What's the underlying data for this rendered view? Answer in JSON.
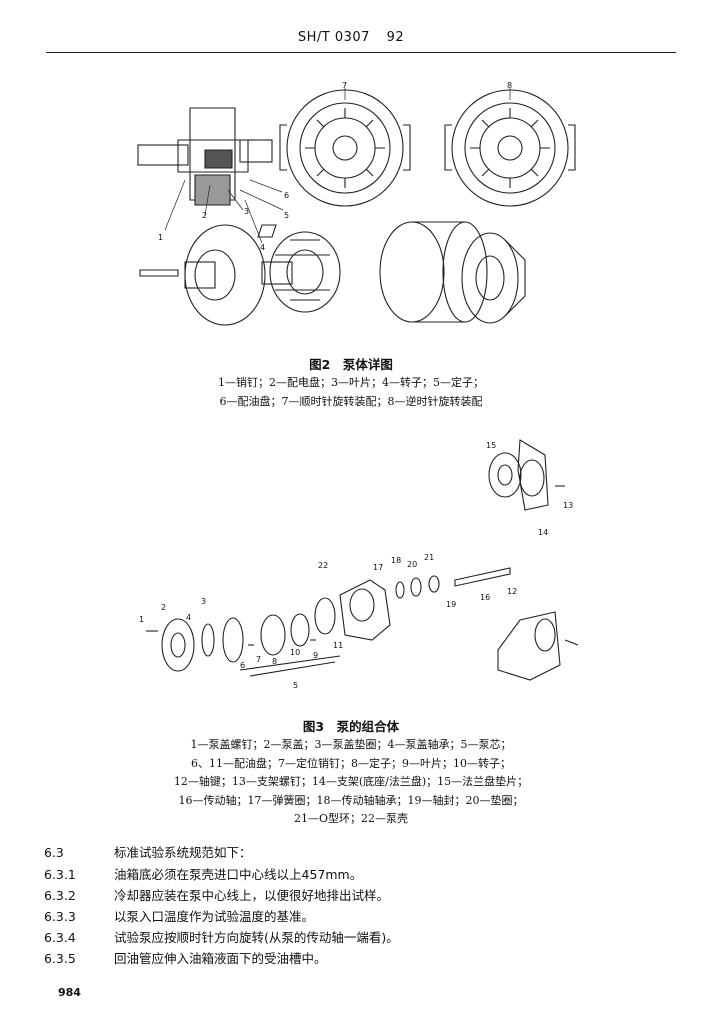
{
  "header": {
    "standard_code": "SH/T 0307",
    "year": "92"
  },
  "figure2": {
    "title": "图2　泵体详图",
    "legend": [
      "1—销钉；2—配电盘；3—叶片；4—转子；5—定子；",
      "6—配油盘；7—顺时针旋转装配；8—逆时针旋转装配"
    ],
    "callouts": [
      "1",
      "2",
      "3",
      "4",
      "5",
      "6",
      "7",
      "8"
    ]
  },
  "figure3": {
    "title": "图3　泵的组合体",
    "legend": [
      "1—泵盖螺钉；2—泵盖；3—泵盖垫圈；4—泵盖轴承；5—泵芯；",
      "6、11—配油盘；7—定位销钉；8—定子；9—叶片；10—转子；",
      "12—轴键；13—支架螺钉；14—支架(底座/法兰盘)；15—法兰盘垫片；",
      "16—传动轴；17—弹簧圈；18—传动轴轴承；19—轴封；20—垫圈；",
      "21—O型环；22—泵壳"
    ],
    "callouts": [
      "1",
      "2",
      "3",
      "4",
      "5",
      "6",
      "7",
      "8",
      "9",
      "10",
      "11",
      "12",
      "13",
      "14",
      "15",
      "16",
      "17",
      "18",
      "19",
      "20",
      "21",
      "22"
    ]
  },
  "clauses": [
    {
      "num": "6.3",
      "text": "标准试验系统规范如下："
    },
    {
      "num": "6.3.1",
      "text": "油箱底必须在泵壳进口中心线以上457mm。"
    },
    {
      "num": "6.3.2",
      "text": "冷却器应装在泵中心线上，以便很好地排出试样。"
    },
    {
      "num": "6.3.3",
      "text": "以泵入口温度作为试验温度的基准。"
    },
    {
      "num": "6.3.4",
      "text": "试验泵应按顺时针方向旋转(从泵的传动轴一端看)。"
    },
    {
      "num": "6.3.5",
      "text": "回油管应伸入油箱液面下的受油槽中。"
    }
  ],
  "page_number": "984"
}
